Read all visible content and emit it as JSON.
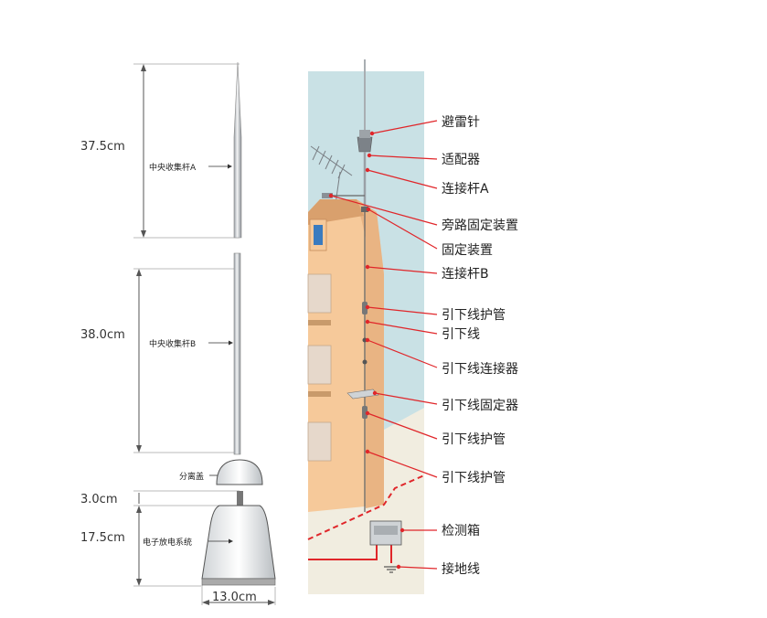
{
  "left_panel": {
    "rod_a": {
      "dimension": "37.5cm",
      "label": "中央收集杆A"
    },
    "rod_b": {
      "dimension": "38.0cm",
      "label": "中央收集杆B"
    },
    "cap": {
      "label": "分离盖"
    },
    "gap": {
      "dimension": "3.0cm"
    },
    "body": {
      "dimension": "17.5cm",
      "label": "电子放电系统"
    },
    "base": {
      "dimension": "13.0cm"
    }
  },
  "callouts": [
    "避雷针",
    "适配器",
    "连接杆A",
    "旁路固定装置",
    "固定装置",
    "连接杆B",
    "引下线护管",
    "引下线",
    "引下线连接器",
    "引下线固定器",
    "引下线护管",
    "引下线护管",
    "检测箱",
    "接地线"
  ],
  "colors": {
    "sky": "#c9e1e5",
    "building": "#f6c99a",
    "ground": "#f1ede0",
    "callout_line": "#e0262a",
    "ground_wire": "#e0262a"
  }
}
